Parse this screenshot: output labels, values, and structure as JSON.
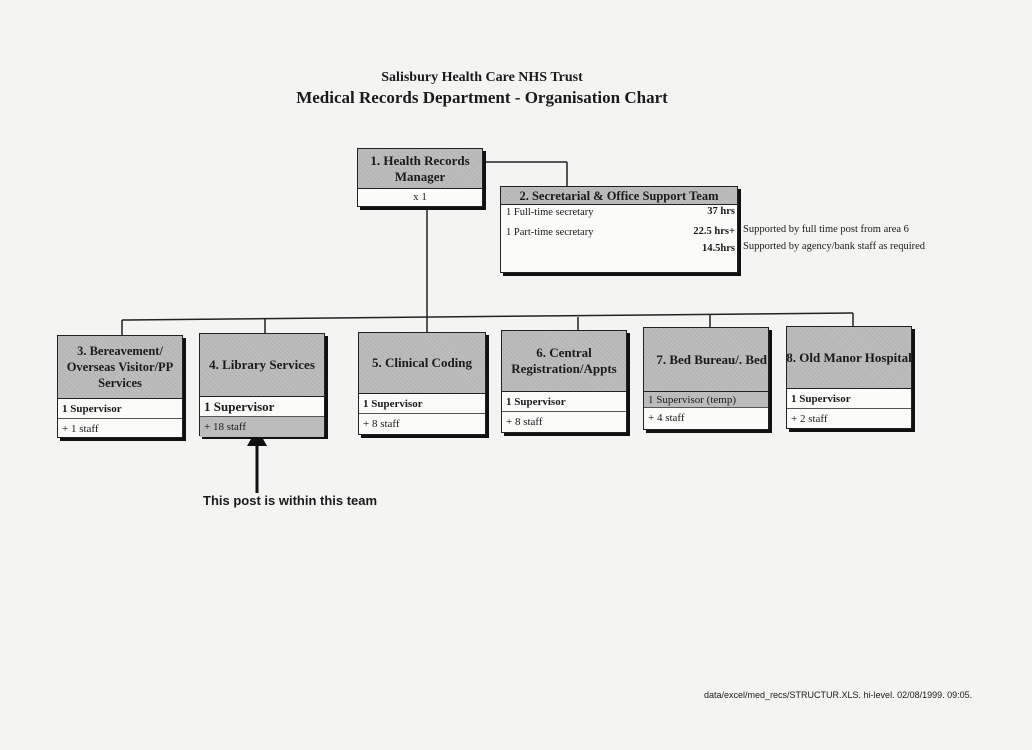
{
  "header": {
    "organisation": "Salisbury Health Care NHS Trust",
    "title": "Medical Records Department - Organisation Chart"
  },
  "manager": {
    "title_line1": "1. Health Records",
    "title_line2": "Manager",
    "count": "x 1"
  },
  "secretarial": {
    "title": "2. Secretarial & Office Support Team",
    "rows": [
      {
        "label": "1 Full-time secretary",
        "hours": "37 hrs",
        "note": ""
      },
      {
        "label": "1 Part-time secretary",
        "hours": "22.5 hrs+",
        "note": "Supported by full time post from area 6"
      },
      {
        "label": "",
        "hours": "14.5hrs",
        "note": "Supported by agency/bank staff as required"
      }
    ]
  },
  "teams": [
    {
      "line1": "3. Bereavement/",
      "line2": "Overseas Visitor/PP",
      "line3": "Services",
      "supervisor": "1 Supervisor",
      "staff": "+ 1 staff"
    },
    {
      "line1": "4. Library Services",
      "line2": "",
      "line3": "",
      "supervisor": "1 Supervisor",
      "staff": "+ 18 staff"
    },
    {
      "line1": "5. Clinical Coding",
      "line2": "",
      "line3": "",
      "supervisor": "1 Supervisor",
      "staff": "+ 8 staff"
    },
    {
      "line1": "6. Central",
      "line2": "Registration/Appts",
      "line3": "",
      "supervisor": "1 Supervisor",
      "staff": "+ 8 staff"
    },
    {
      "line1": "7. Bed Bureau/. Bed",
      "line2": "",
      "line3": "",
      "supervisor": "1 Supervisor (temp)",
      "staff": "+ 4 staff"
    },
    {
      "line1": "8. Old Manor Hospital",
      "line2": "",
      "line3": "",
      "supervisor": "1 Supervisor",
      "staff": "+ 2 staff"
    }
  ],
  "annotation": "This post is within this team",
  "footer": "data/excel/med_recs/STRUCTUR.XLS. hi-level. 02/08/1999. 09:05."
}
